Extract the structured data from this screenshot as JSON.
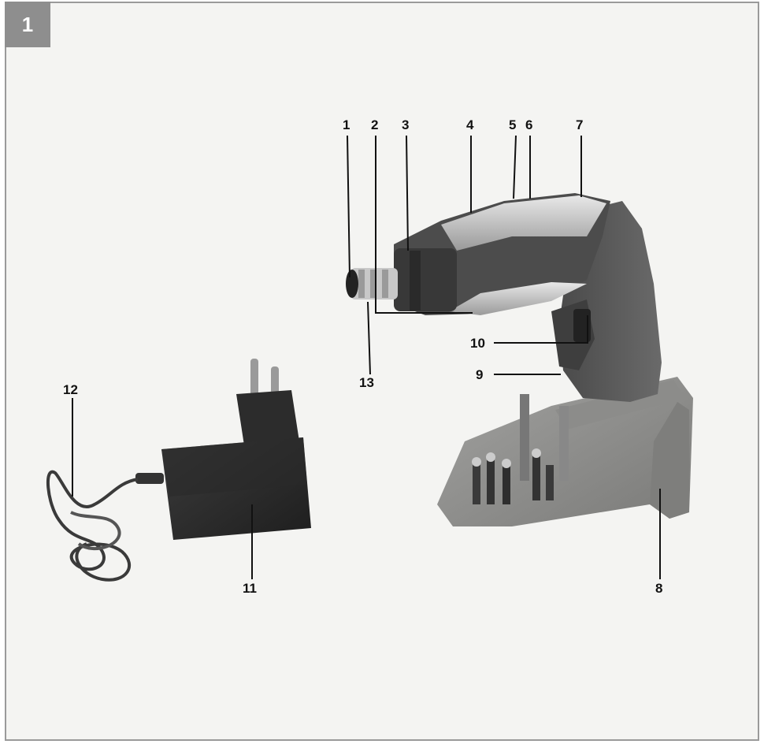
{
  "figure": {
    "number": "1"
  },
  "callouts": {
    "c1": "1",
    "c2": "2",
    "c3": "3",
    "c4": "4",
    "c5": "5",
    "c6": "6",
    "c7": "7",
    "c8": "8",
    "c9": "9",
    "c10": "10",
    "c11": "11",
    "c12": "12",
    "c13": "13"
  },
  "icons": [
    "screwdriver-icon",
    "charging-base-icon",
    "power-adapter-icon",
    "cable-icon"
  ]
}
